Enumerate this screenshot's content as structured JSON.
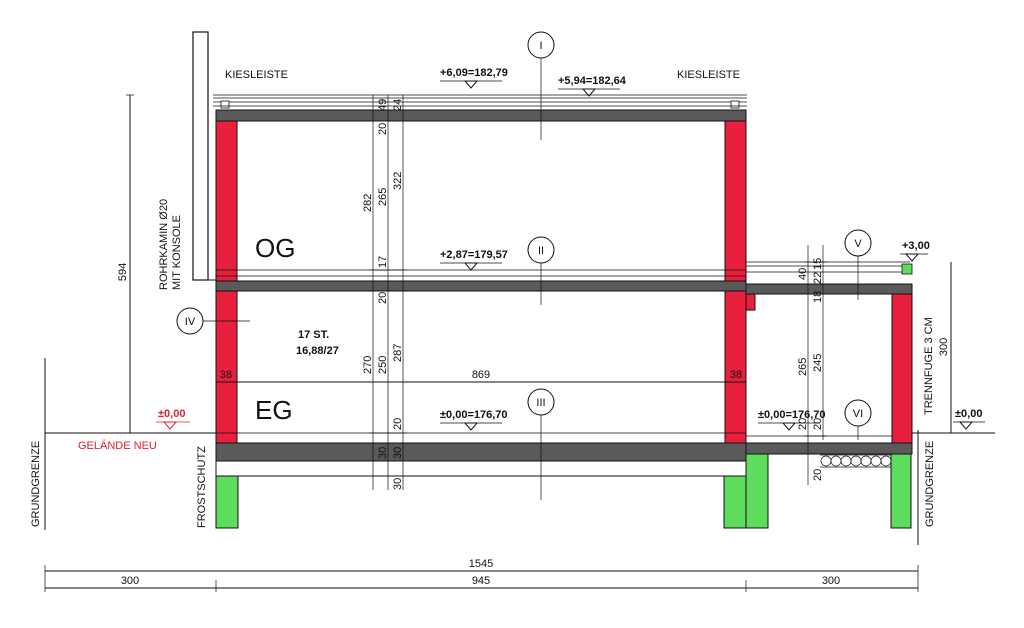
{
  "labels": {
    "kiesleiste_left": "KIESLEISTE",
    "kiesleiste_right": "KIESLEISTE",
    "level_roof_high": "+6,09=182,79",
    "level_roof_low": "+5,94=182,64",
    "level_og": "+2,87=179,57",
    "level_eg": "±0,00=176,70",
    "level_annex_floor": "±0,00=176,70",
    "level_annex_roof": "+3,00",
    "level_ground_left": "±0,00",
    "level_ground_right": "±0,00",
    "floor_og": "OG",
    "floor_eg": "EG",
    "stairs_line1": "17 ST.",
    "stairs_line2": "16,88/27",
    "gelaende": "GELÄNDE NEU",
    "grundgrenze_left": "GRUNDGRENZE",
    "grundgrenze_right": "GRUNDGRENZE",
    "frostschutz": "FROSTSCHUTZ",
    "trennfuge": "TRENNFUGE 3 CM",
    "rohrkamin_line1": "ROHRKAMIN Ø20",
    "rohrkamin_line2": "MIT KONSOLE"
  },
  "markers": [
    "I",
    "II",
    "III",
    "IV",
    "V",
    "VI"
  ],
  "dimensions": {
    "total": "1545",
    "left": "300",
    "middle": "945",
    "right": "300",
    "height_left": "594",
    "inner_width": "869",
    "wall_left": "38",
    "wall_right": "38",
    "height_right": "300",
    "og_282": "282",
    "og_265": "265",
    "og_322": "322",
    "roof_49": "49",
    "roof_20": "20",
    "roof_24": "24",
    "slab_17": "17",
    "slab_20": "20",
    "eg_270": "270",
    "eg_250": "250",
    "eg_287": "287",
    "eg_20": "20",
    "base_30a": "30",
    "base_30b": "30",
    "base_30c": "30",
    "annex_265": "265",
    "annex_245": "245",
    "annex_20a": "20",
    "annex_20b": "20",
    "annex_20c": "20",
    "annex_18": "18",
    "annex_40": "40",
    "annex_15": "15",
    "annex_22": "22"
  },
  "colors": {
    "wall": "#e8203e",
    "foundation": "#5ddc5d",
    "slab": "#5a5a5a",
    "annotation_red": "#e0202a"
  }
}
